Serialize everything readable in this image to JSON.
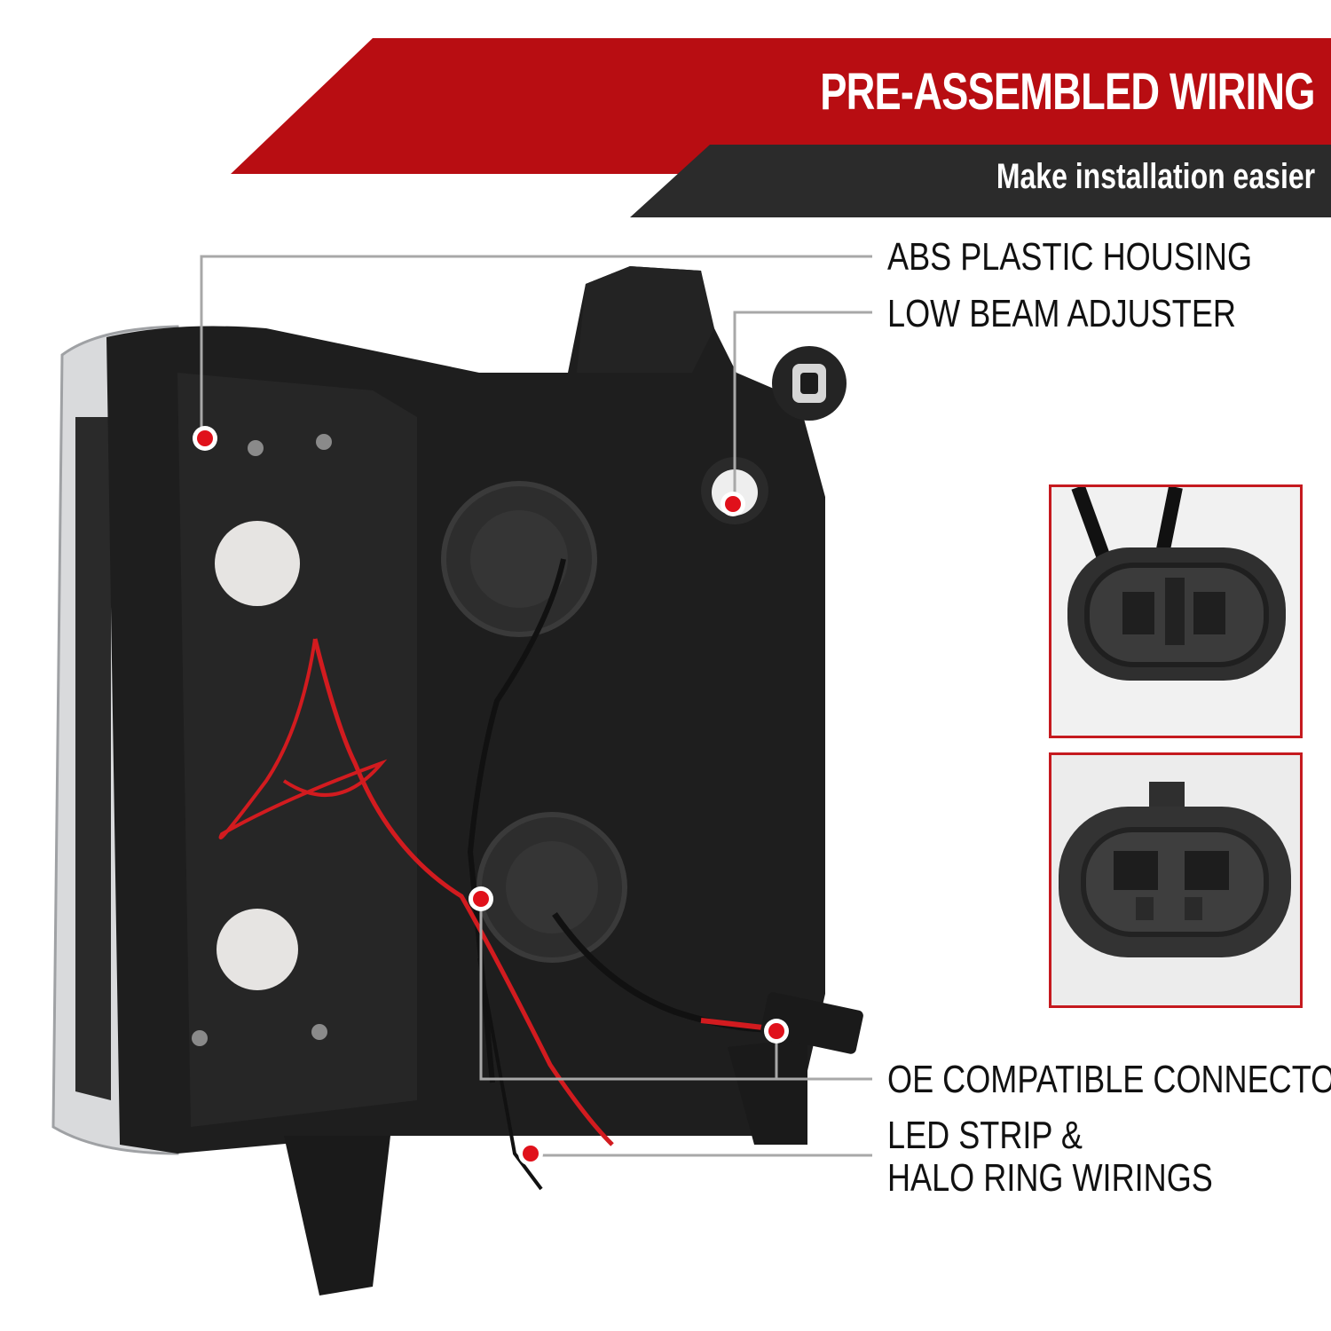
{
  "banner": {
    "title": "PRE-ASSEMBLED WIRING",
    "subtitle": "Make installation easier"
  },
  "callouts": {
    "housing": "ABS PLASTIC HOUSING",
    "adjuster": "LOW BEAM ADJUSTER",
    "connectors": "OE COMPATIBLE CONNECTORS",
    "wirings_line1": "LED STRIP &",
    "wirings_line2": "HALO RING WIRINGS"
  },
  "colors": {
    "accent_red": "#c51a1f",
    "dark_band": "#2b2b2b",
    "housing_black": "#1c1c1c",
    "marker_red": "#e0111b"
  }
}
